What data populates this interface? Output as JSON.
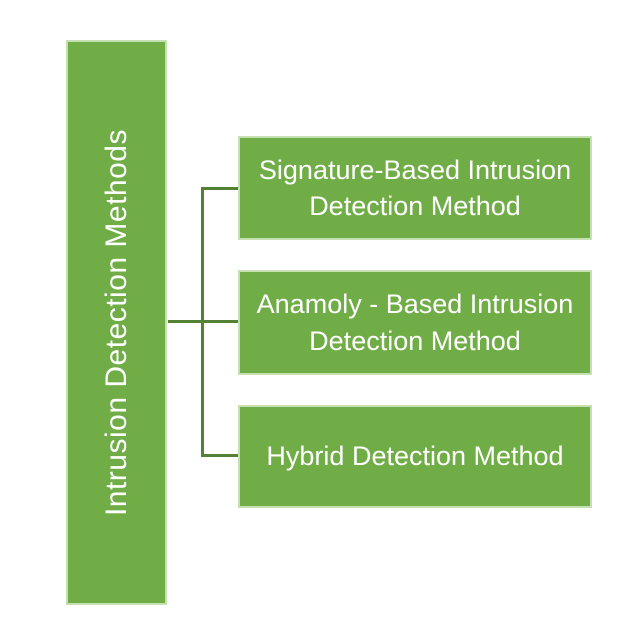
{
  "diagram": {
    "type": "hierarchy",
    "root": {
      "label": "Intrusion Detection Methods"
    },
    "children": [
      {
        "label": "Signature-Based Intrusion\nDetection Method"
      },
      {
        "label": "Anamoly - Based Intrusion\nDetection Method"
      },
      {
        "label": "Hybrid Detection Method"
      }
    ],
    "colors": {
      "box_fill": "#70AD47",
      "box_border": "#C5E0B3",
      "connector_line": "#548235",
      "text": "#ffffff",
      "background": "#ffffff"
    }
  }
}
